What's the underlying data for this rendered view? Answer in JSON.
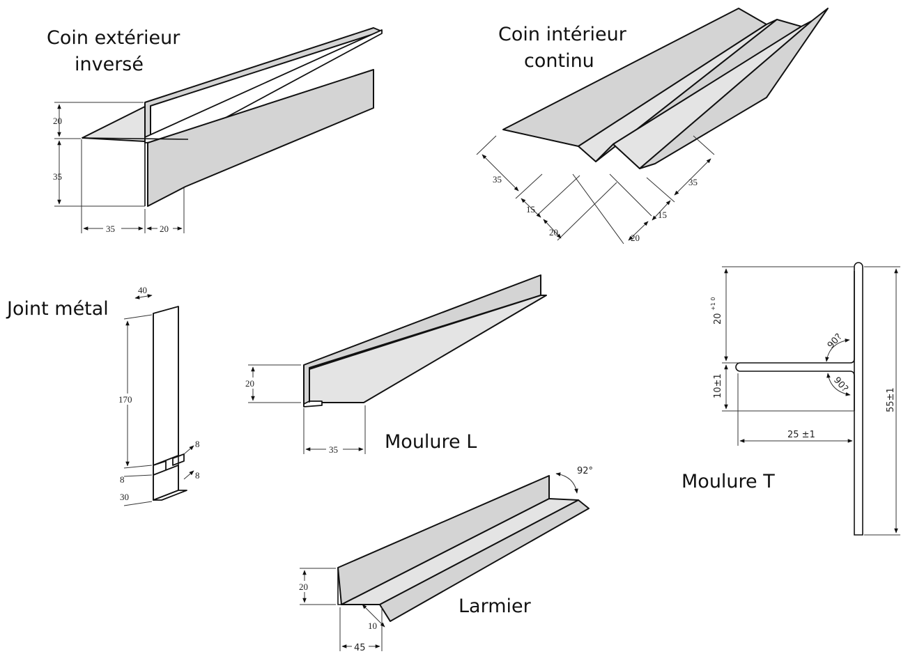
{
  "labels": {
    "coin_exterieur_line1": "Coin extérieur",
    "coin_exterieur_line2": "inversé",
    "coin_interieur_line1": "Coin intérieur",
    "coin_interieur_line2": "continu",
    "joint_metal": "Joint métal",
    "moulure_l": "Moulure L",
    "moulure_t": "Moulure T",
    "larmier": "Larmier"
  },
  "coin_exterieur": {
    "dim_height_top": "20",
    "dim_height_bottom": "35",
    "dim_width_left": "35",
    "dim_width_right": "20"
  },
  "coin_interieur": {
    "dim_left_35": "35",
    "dim_left_15": "15",
    "dim_left_20": "20",
    "dim_right_35": "35",
    "dim_right_15": "15",
    "dim_right_20": "20"
  },
  "joint_metal": {
    "dim_width": "40",
    "dim_height": "170",
    "dim_tab_top": "8",
    "dim_tab_bottom": "8",
    "dim_left_8": "8",
    "dim_left_30": "30"
  },
  "moulure_l": {
    "dim_height": "20",
    "dim_width": "35"
  },
  "moulure_t": {
    "dim_top": "20",
    "dim_top_tol": "+1 0",
    "dim_mid": "10±1",
    "dim_total": "55±1",
    "dim_width": "25 ±1",
    "angle_upper": "90?",
    "angle_lower": "90?"
  },
  "larmier": {
    "dim_height": "20",
    "dim_width": "45",
    "dim_drip": "10",
    "angle": "92°"
  }
}
